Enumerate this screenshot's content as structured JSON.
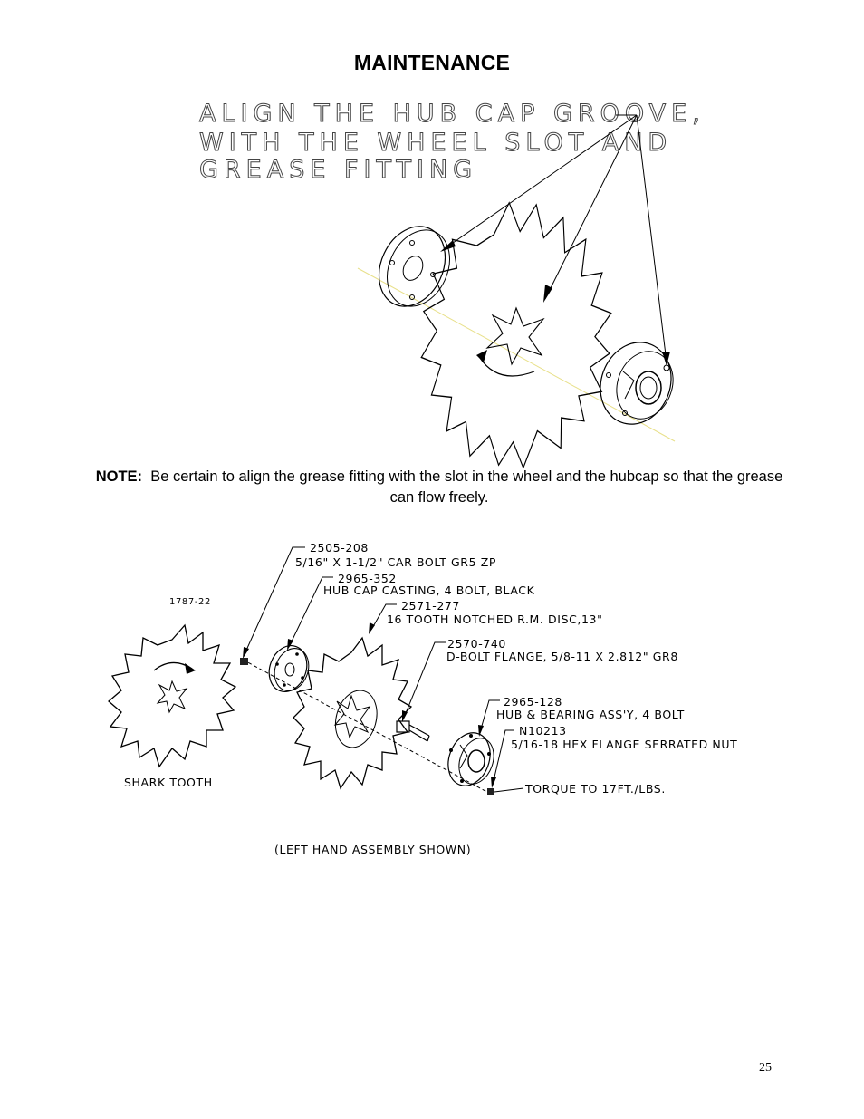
{
  "page": {
    "title": "MAINTENANCE",
    "page_number": "25"
  },
  "top_figure": {
    "callout_lines": [
      "ALIGN THE HUB CAP GROOVE,",
      "WITH THE WHEEL SLOT AND",
      "GREASE FITTING"
    ]
  },
  "note": {
    "label": "NOTE:",
    "text": "Be certain to align the grease fitting with the slot in the wheel and the hubcap so that the grease can flow freely."
  },
  "bottom_figure": {
    "drawing_number": "1787-22",
    "wheel_label": "SHARK TOOTH",
    "caption": "(LEFT HAND ASSEMBLY SHOWN)",
    "parts": [
      {
        "part_no": "2505-208",
        "desc": "5/16\" X 1-1/2\" CAR BOLT GR5 ZP"
      },
      {
        "part_no": "2965-352",
        "desc": "HUB CAP CASTING, 4 BOLT, BLACK"
      },
      {
        "part_no": "2571-277",
        "desc": "16 TOOTH NOTCHED R.M. DISC,13\""
      },
      {
        "part_no": "2570-740",
        "desc": "D-BOLT FLANGE, 5/8-11 X 2.812\"   GR8"
      },
      {
        "part_no": "2965-128",
        "desc": "HUB & BEARING ASS'Y, 4 BOLT"
      },
      {
        "part_no": "N10213",
        "desc": "5/16-18 HEX FLANGE SERRATED NUT"
      }
    ],
    "torque_note": "TORQUE TO 17FT./LBS."
  }
}
